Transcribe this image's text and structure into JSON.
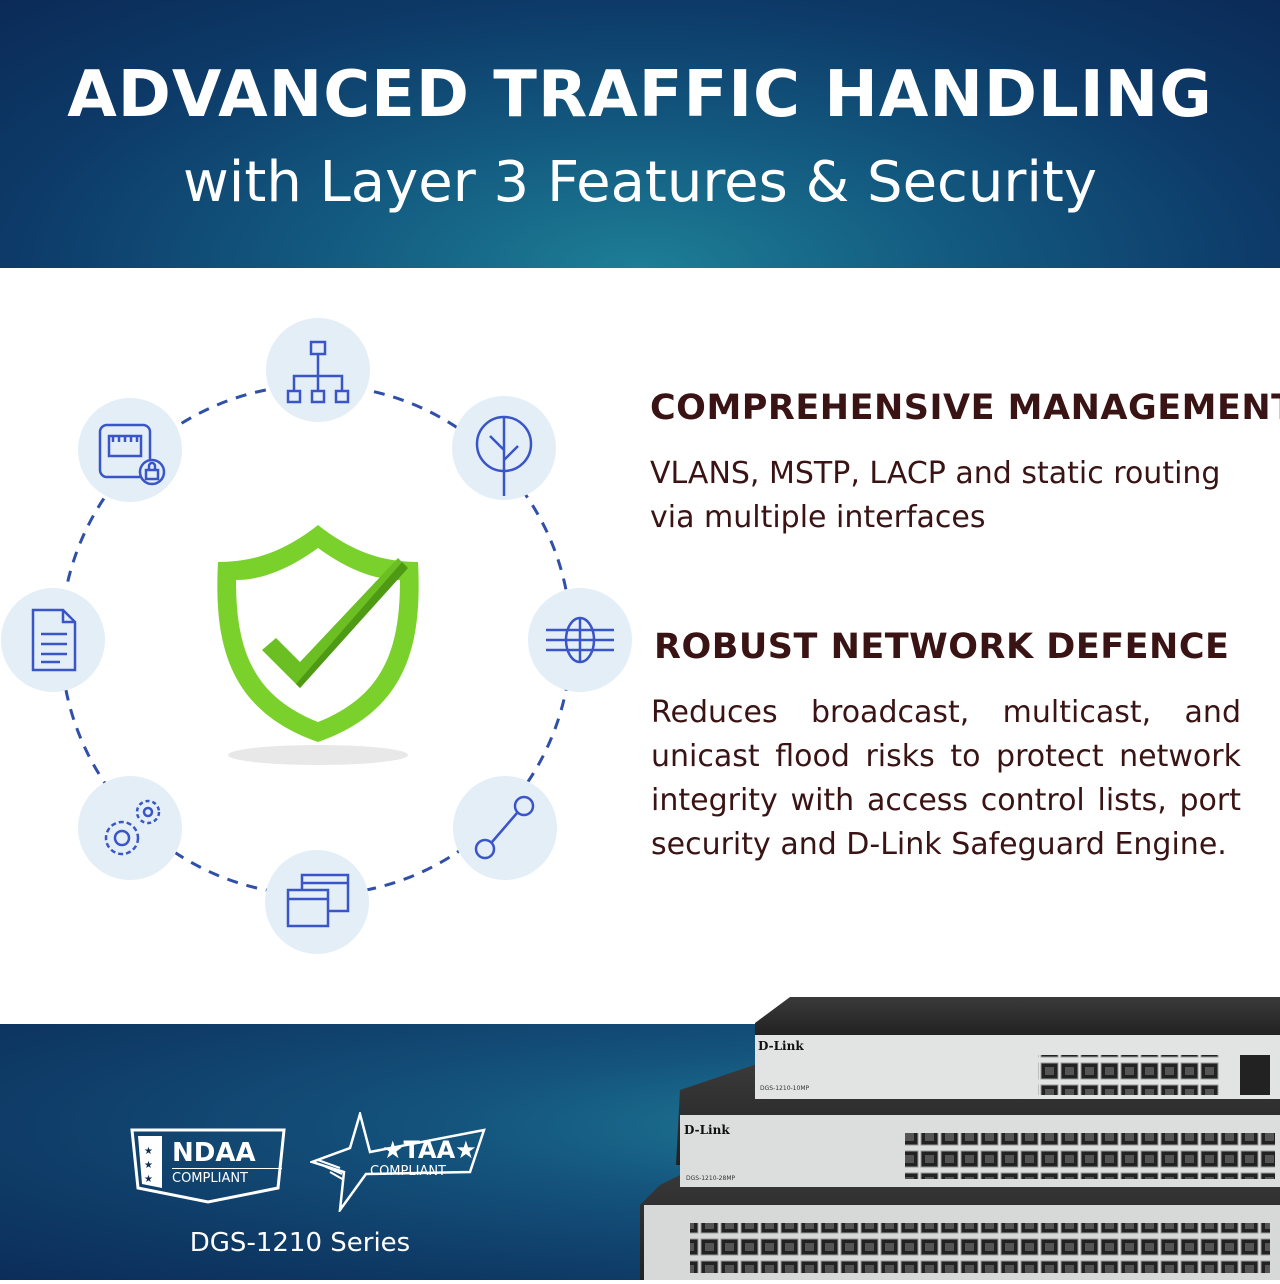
{
  "header": {
    "title": "ADVANCED TRAFFIC HANDLING",
    "subtitle": "with Layer 3 Features & Security"
  },
  "features": [
    {
      "title": "COMPREHENSIVE MANAGEMENT",
      "text": "VLANS, MSTP, LACP and static routing via multiple interfaces"
    },
    {
      "title": "ROBUST NETWORK DEFENCE",
      "text": "Reduces broadcast, multicast, and unicast flood risks to protect network integrity with access control lists, port security and D-Link Safeguard Engine."
    }
  ],
  "icons": [
    "hierarchy-icon",
    "tree-icon",
    "globe-network-icon",
    "connection-link-icon",
    "windows-icon",
    "gears-icon",
    "document-icon",
    "ethernet-lock-icon",
    "shield-check-icon"
  ],
  "badges": {
    "ndaa": {
      "name": "NDAA",
      "label": "COMPLIANT"
    },
    "taa": {
      "name": "★TAA★",
      "label": "COMPLIANT"
    }
  },
  "series": "DGS-1210 Series",
  "switches": {
    "brand": "D-Link",
    "models": [
      "DGS-1210-10MP",
      "DGS-1210-28MP"
    ]
  },
  "colors": {
    "header_dark": "#0b2a57",
    "header_teal": "#1d7e96",
    "text_dark": "#3a1414",
    "icon_blue": "#3a55c8",
    "icon_circle": "#e3eef7",
    "shield_green": "#7bd12c"
  }
}
